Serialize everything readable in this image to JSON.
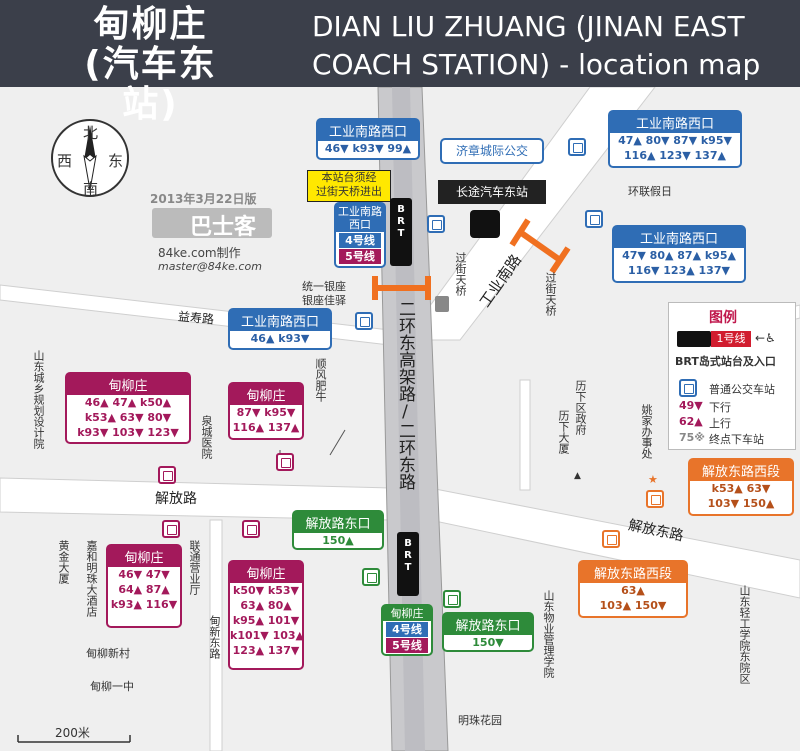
{
  "header": {
    "title_zh": "甸柳庄",
    "title_zh_sub": "(汽车东站)",
    "title_en": "DIAN LIU ZHUANG (JINAN EAST COACH STATION) - location map"
  },
  "compass": {
    "north": "北",
    "south": "南",
    "west": "西",
    "east": "东"
  },
  "credits": {
    "version": "2013年3月22日版",
    "brand": "巴士客",
    "site": "84ke.com制作",
    "email": "master@84ke.com"
  },
  "roads": {
    "yishou": "益寿路",
    "jiefang": "解放路",
    "jiefang_east": "解放东路",
    "gongyenan": "工业南路",
    "elevated": "二环东高架路/二环东路",
    "shunfeng": "顺风肥牛"
  },
  "places": {
    "jiqi": "济章城际公交",
    "longdist": "长途汽车东站",
    "huanlian": "环联假日",
    "yinzhuo1": "统一银座",
    "yinzhuo2": "银座佳驿",
    "overpass": "过街天桥",
    "notice1": "本站台须经",
    "notice2": "过街天桥进出",
    "shandong_plan": "山东城乡规划设计院",
    "quancheng": "泉城医院",
    "huangjin": "黄金大厦",
    "jiaming": "嘉和明珠大酒店",
    "lianton": "联通营业厅",
    "dianxin": "甸新东路",
    "dianliu_village": "甸柳新村",
    "dianliu_school": "甸柳一中",
    "lixia_gov": "历下区政府",
    "lixia_bldg": "历下大厦",
    "yaojia": "姚家办事处",
    "shandong_wuye": "山东物业管理学院",
    "mingzhu": "明珠花园",
    "shandong_qinggong": "山东轻工学院东院区"
  },
  "stops": {
    "gn_west_top": {
      "name": "工业南路西口",
      "lines": [
        "46▼ k93▼ 99▲"
      ]
    },
    "gn_west_right1": {
      "name": "工业南路西口",
      "lines": [
        "47▲ 80▼ 87▼ k95▼",
        "116▲ 123▼ 137▲"
      ]
    },
    "gn_west_right2": {
      "name": "工业南路西口",
      "lines": [
        "47▼ 80▲ 87▲ k95▲",
        "116▼ 123▲ 137▼"
      ]
    },
    "gn_west_mid": {
      "name": "工业南路西口",
      "lines": [
        "46▲  k93▼"
      ]
    },
    "dl_left1": {
      "name": "甸柳庄",
      "lines": [
        "46▲ 47▲ k50▲",
        "k53▲ 63▼ 80▼",
        "k93▼ 103▼ 123▼"
      ]
    },
    "dl_left2": {
      "name": "甸柳庄",
      "lines": [
        "87▼ k95▼",
        "116▲ 137▲"
      ]
    },
    "dl_left3": {
      "name": "甸柳庄",
      "lines": [
        "46▼ 47▼",
        "64▲ 87▲",
        "k93▲ 116▼"
      ]
    },
    "dl_left4": {
      "name": "甸柳庄",
      "lines": [
        "k50▼ k53▼",
        "63▲ 80▲",
        "k95▲ 101▼",
        "k101▼ 103▲",
        "123▲ 137▼"
      ]
    },
    "jf_east_left": {
      "name": "解放路东口",
      "lines": [
        "150▲"
      ]
    },
    "jf_east_right": {
      "name": "解放路东口",
      "lines": [
        "150▼"
      ]
    },
    "jfd_west1": {
      "name": "解放东路西段",
      "lines": [
        "k53▲ 63▼",
        "103▼ 150▲"
      ]
    },
    "jfd_west2": {
      "name": "解放东路西段",
      "lines": [
        "63▲",
        "103▲ 150▼"
      ]
    },
    "brt_top": {
      "name": "工业南路西口",
      "l4": "4号线",
      "l5": "5号线"
    },
    "brt_bottom": {
      "name": "甸柳庄",
      "l4": "4号线",
      "l5": "5号线"
    }
  },
  "legend": {
    "title": "图例",
    "line_label": "1号线",
    "brt_desc": "BRT岛式站台及入口",
    "normal": "普通公交车站",
    "down_num": "49▼",
    "down": "下行",
    "up_num": "62▲",
    "up": "上行",
    "term_num": "75※",
    "term": "终点下车站"
  },
  "scale": "200米",
  "colors": {
    "blue": "#2f6db5",
    "magenta": "#a3195b",
    "green": "#2e8b3a",
    "orange": "#e8742a",
    "header": "#3b3f4a"
  }
}
